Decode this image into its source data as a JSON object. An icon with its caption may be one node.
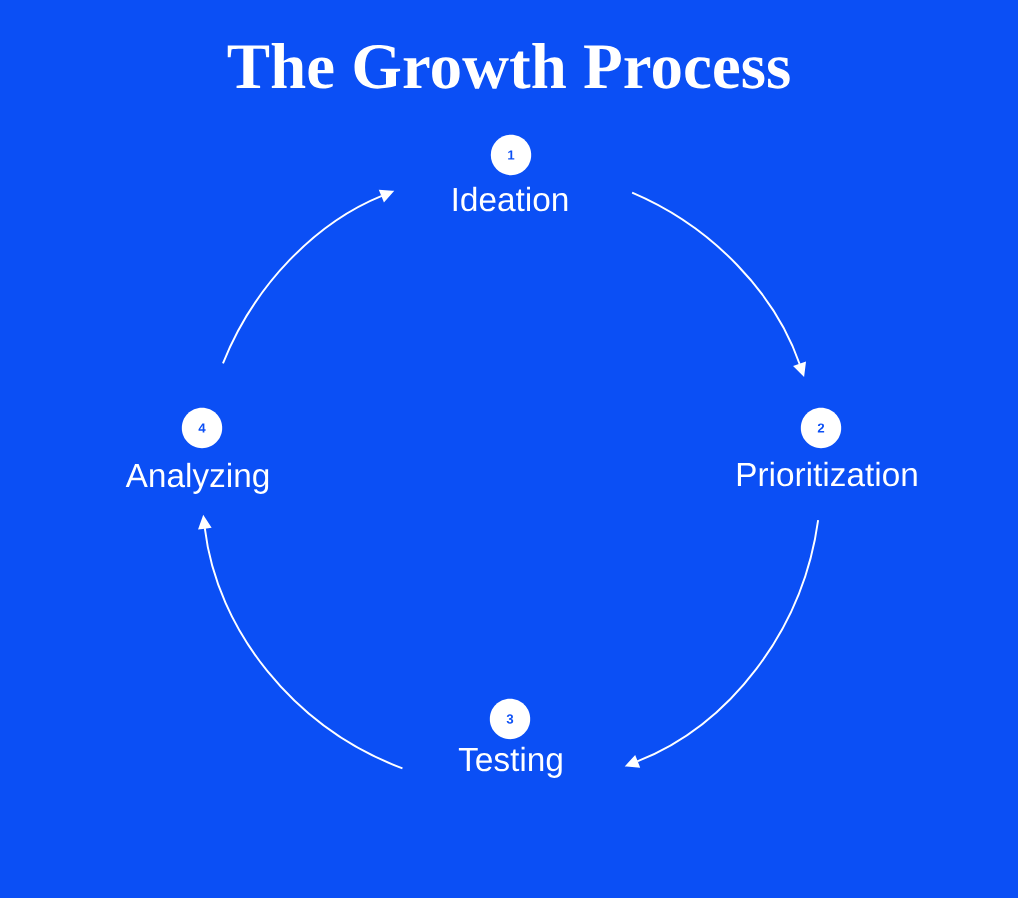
{
  "diagram": {
    "title": "The Growth Process",
    "nodes": [
      {
        "text": [
          "1",
          "Ideation"
        ]
      },
      {
        "text": [
          "2",
          "Prioritization"
        ]
      },
      {
        "text": [
          "3",
          "Testing"
        ]
      },
      {
        "text": [
          "4",
          "Analyzing"
        ]
      }
    ],
    "edges": [
      {
        "from": 0,
        "to": 1,
        "arrow": "to"
      },
      {
        "from": 1,
        "to": 2,
        "arrow": "to"
      },
      {
        "from": 2,
        "to": 3,
        "arrow": "to"
      },
      {
        "from": 3,
        "to": 0,
        "arrow": "to"
      }
    ]
  }
}
